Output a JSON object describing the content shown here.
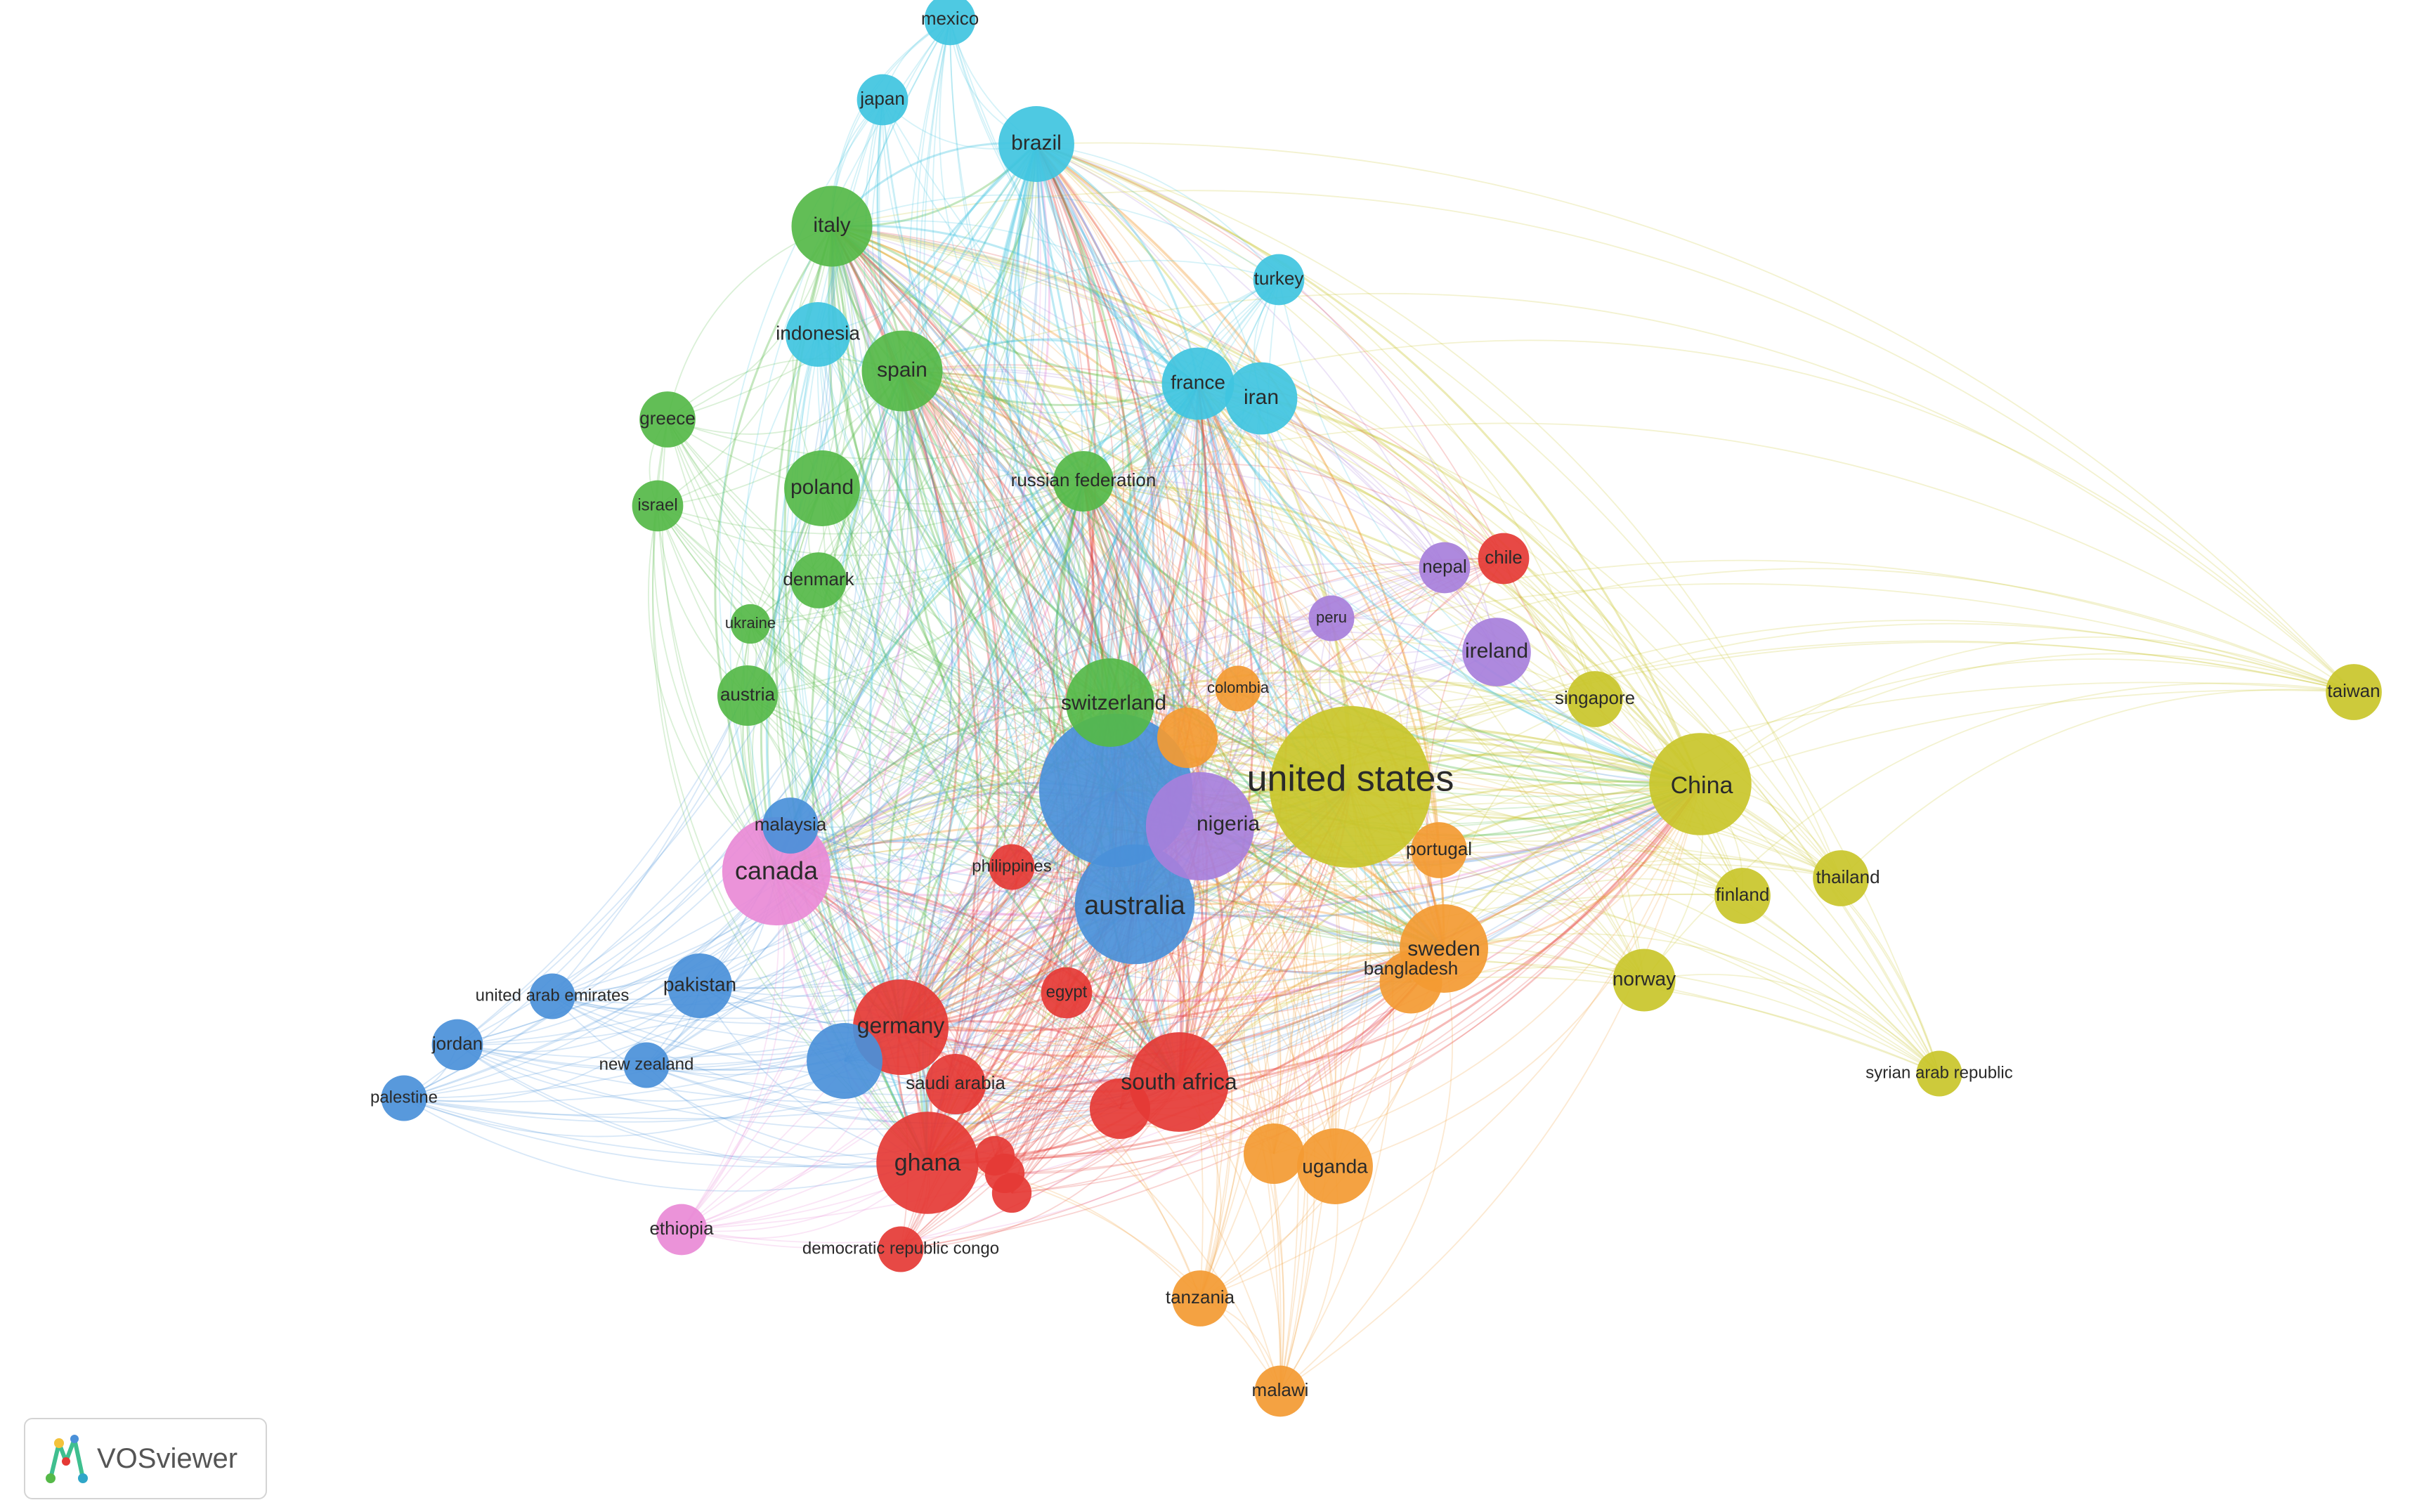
{
  "app": {
    "badge_label": "VOSviewer",
    "badge_icon": "vosviewer-logo-icon"
  },
  "clusters": {
    "red": "#e53935",
    "green": "#55b948",
    "blue": "#4a90d9",
    "yellow": "#c9c62a",
    "purple": "#a77fdb",
    "cyan": "#3fc4e0",
    "orange": "#f39a32",
    "pink": "#e98ad6"
  },
  "network": {
    "nodes": [
      {
        "id": "usa",
        "label": "united states",
        "cluster": "yellow",
        "weight": 100
      },
      {
        "id": "uk",
        "label": "",
        "cluster": "blue",
        "weight": 90
      },
      {
        "id": "china",
        "label": "China",
        "cluster": "yellow",
        "weight": 40
      },
      {
        "id": "australia",
        "label": "australia",
        "cluster": "blue",
        "weight": 55
      },
      {
        "id": "nigeria",
        "label": "nigeria",
        "cluster": "purple",
        "weight": 45
      },
      {
        "id": "canada",
        "label": "canada",
        "cluster": "pink",
        "weight": 45
      },
      {
        "id": "switzerland",
        "label": "switzerland",
        "cluster": "green",
        "weight": 30
      },
      {
        "id": "germany",
        "label": "germany",
        "cluster": "red",
        "weight": 35
      },
      {
        "id": "ghana",
        "label": "ghana",
        "cluster": "red",
        "weight": 40
      },
      {
        "id": "southafrica",
        "label": "south africa",
        "cluster": "red",
        "weight": 38
      },
      {
        "id": "sweden",
        "label": "sweden",
        "cluster": "orange",
        "weight": 30
      },
      {
        "id": "uganda",
        "label": "uganda",
        "cluster": "orange",
        "weight": 22
      },
      {
        "id": "bangladesh",
        "label": "bangladesh",
        "cluster": "orange",
        "weight": 15
      },
      {
        "id": "portugal",
        "label": "portugal",
        "cluster": "orange",
        "weight": 12
      },
      {
        "id": "norway",
        "label": "norway",
        "cluster": "yellow",
        "weight": 15
      },
      {
        "id": "finland",
        "label": "finland",
        "cluster": "yellow",
        "weight": 12
      },
      {
        "id": "thailand",
        "label": "thailand",
        "cluster": "yellow",
        "weight": 12
      },
      {
        "id": "taiwan",
        "label": "taiwan",
        "cluster": "yellow",
        "weight": 12
      },
      {
        "id": "syria",
        "label": "syrian arab republic",
        "cluster": "yellow",
        "weight": 8
      },
      {
        "id": "singapore",
        "label": "singapore",
        "cluster": "yellow",
        "weight": 12
      },
      {
        "id": "ireland",
        "label": "ireland",
        "cluster": "purple",
        "weight": 18
      },
      {
        "id": "nepal",
        "label": "nepal",
        "cluster": "purple",
        "weight": 10
      },
      {
        "id": "chile",
        "label": "chile",
        "cluster": "red",
        "weight": 10
      },
      {
        "id": "peru",
        "label": "peru",
        "cluster": "purple",
        "weight": 8
      },
      {
        "id": "colombia",
        "label": "colombia",
        "cluster": "orange",
        "weight": 8
      },
      {
        "id": "orangenode1",
        "label": "",
        "cluster": "orange",
        "weight": 14
      },
      {
        "id": "italy",
        "label": "italy",
        "cluster": "green",
        "weight": 25
      },
      {
        "id": "spain",
        "label": "spain",
        "cluster": "green",
        "weight": 25
      },
      {
        "id": "poland",
        "label": "poland",
        "cluster": "green",
        "weight": 22
      },
      {
        "id": "greece",
        "label": "greece",
        "cluster": "green",
        "weight": 12
      },
      {
        "id": "israel",
        "label": "israel",
        "cluster": "green",
        "weight": 10
      },
      {
        "id": "denmark",
        "label": "denmark",
        "cluster": "green",
        "weight": 12
      },
      {
        "id": "ukraine",
        "label": "ukraine",
        "cluster": "green",
        "weight": 6
      },
      {
        "id": "austria",
        "label": "austria",
        "cluster": "green",
        "weight": 14
      },
      {
        "id": "russia",
        "label": "russian federation",
        "cluster": "green",
        "weight": 14
      },
      {
        "id": "mexico",
        "label": "mexico",
        "cluster": "cyan",
        "weight": 10
      },
      {
        "id": "japan",
        "label": "japan",
        "cluster": "cyan",
        "weight": 10
      },
      {
        "id": "brazil",
        "label": "brazil",
        "cluster": "cyan",
        "weight": 22
      },
      {
        "id": "turkey",
        "label": "turkey",
        "cluster": "cyan",
        "weight": 10
      },
      {
        "id": "france",
        "label": "france",
        "cluster": "cyan",
        "weight": 20
      },
      {
        "id": "iran",
        "label": "iran",
        "cluster": "cyan",
        "weight": 20
      },
      {
        "id": "indonesia",
        "label": "indonesia",
        "cluster": "cyan",
        "weight": 16
      },
      {
        "id": "malaysia",
        "label": "malaysia",
        "cluster": "blue",
        "weight": 12
      },
      {
        "id": "philippines",
        "label": "philippines",
        "cluster": "red",
        "weight": 8
      },
      {
        "id": "pakistan",
        "label": "pakistan",
        "cluster": "blue",
        "weight": 16
      },
      {
        "id": "uae",
        "label": "united arab emirates",
        "cluster": "blue",
        "weight": 8
      },
      {
        "id": "jordan",
        "label": "jordan",
        "cluster": "blue",
        "weight": 10
      },
      {
        "id": "palestine",
        "label": "palestine",
        "cluster": "blue",
        "weight": 8
      },
      {
        "id": "newzealand",
        "label": "new zealand",
        "cluster": "blue",
        "weight": 8
      },
      {
        "id": "bluenode2",
        "label": "",
        "cluster": "blue",
        "weight": 22
      },
      {
        "id": "egypt",
        "label": "egypt",
        "cluster": "red",
        "weight": 10
      },
      {
        "id": "saudiarabia",
        "label": "saudi arabia",
        "cluster": "red",
        "weight": 14
      },
      {
        "id": "rednode1",
        "label": "",
        "cluster": "red",
        "weight": 14
      },
      {
        "id": "rednode2",
        "label": "",
        "cluster": "red",
        "weight": 6
      },
      {
        "id": "rednode3",
        "label": "",
        "cluster": "red",
        "weight": 6
      },
      {
        "id": "rednode4",
        "label": "",
        "cluster": "red",
        "weight": 6
      },
      {
        "id": "orangenode2",
        "label": "",
        "cluster": "orange",
        "weight": 14
      },
      {
        "id": "ethiopia",
        "label": "ethiopia",
        "cluster": "pink",
        "weight": 10
      },
      {
        "id": "drc",
        "label": "democratic republic congo",
        "cluster": "red",
        "weight": 8
      },
      {
        "id": "tanzania",
        "label": "tanzania",
        "cluster": "orange",
        "weight": 12
      },
      {
        "id": "malawi",
        "label": "malawi",
        "cluster": "orange",
        "weight": 10
      }
    ]
  }
}
